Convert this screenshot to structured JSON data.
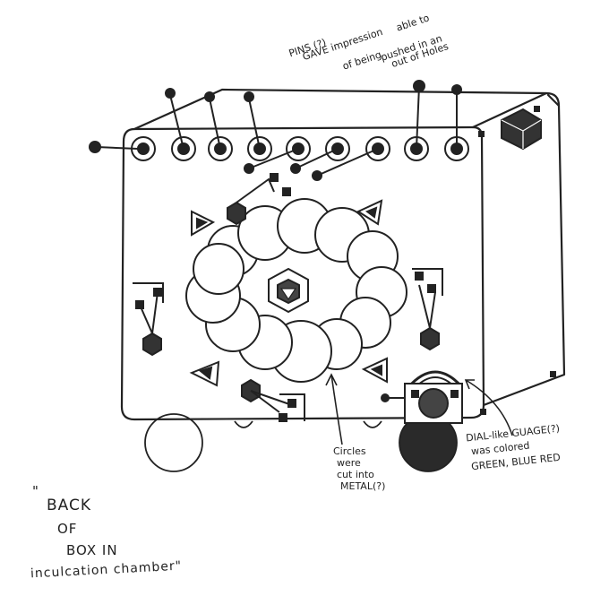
{
  "annotations": {
    "pins": {
      "line1": "PINS (?)",
      "line2": "GAVE impression",
      "line3": "able to",
      "line4": "of being",
      "line5": "pushed in an",
      "line6": "out of Holes"
    },
    "circles": {
      "line1": "Circles",
      "line2": "were",
      "line3": "cut into",
      "line4": "METAL(?)"
    },
    "gauge": {
      "line1": "DIAL-like GUAGE(?)",
      "line2": "was colored",
      "line3": "GREEN, BLUE RED"
    },
    "caption": {
      "quote": "\"",
      "line1": "BACK",
      "line2": "OF",
      "line3": "BOX IN",
      "line4": "inculcation chamber\""
    }
  },
  "colors": {
    "ink": "#222222",
    "paper": "#ffffff"
  }
}
